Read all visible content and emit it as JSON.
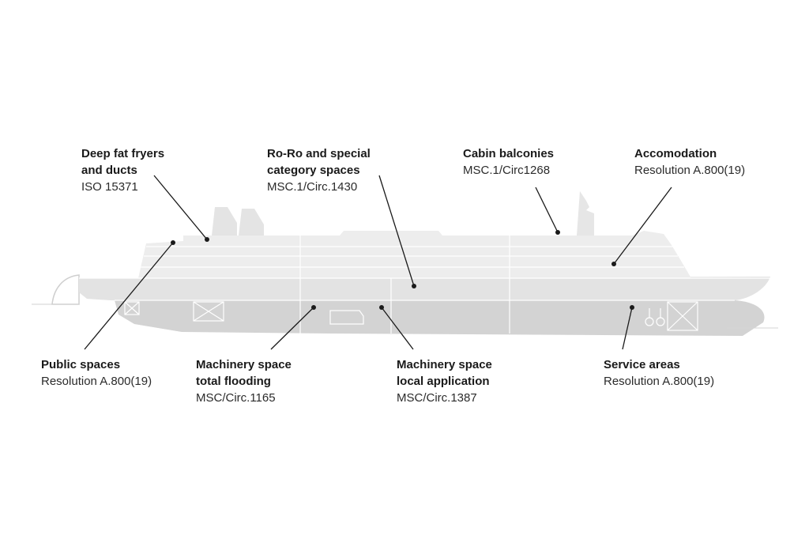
{
  "labels": [
    {
      "id": "deep-fat-fryers",
      "title_lines": [
        "Deep fat fryers",
        "and ducts"
      ],
      "ref": "ISO 15371"
    },
    {
      "id": "ro-ro",
      "title_lines": [
        "Ro-Ro and special",
        "category spaces"
      ],
      "ref": "MSC.1/Circ.1430"
    },
    {
      "id": "cabin-balconies",
      "title_lines": [
        "Cabin balconies"
      ],
      "ref": "MSC.1/Circ1268"
    },
    {
      "id": "accomodation",
      "title_lines": [
        "Accomodation"
      ],
      "ref": "Resolution A.800(19)"
    },
    {
      "id": "public-spaces",
      "title_lines": [
        "Public spaces"
      ],
      "ref": "Resolution A.800(19)"
    },
    {
      "id": "machinery-total",
      "title_lines": [
        "Machinery space",
        "total flooding"
      ],
      "ref": "MSC/Circ.1165"
    },
    {
      "id": "machinery-local",
      "title_lines": [
        "Machinery space",
        "local application"
      ],
      "ref": "MSC/Circ.1387"
    },
    {
      "id": "service-areas",
      "title_lines": [
        "Service areas"
      ],
      "ref": "Resolution A.800(19)"
    }
  ],
  "colors": {
    "hull_light": "#ececec",
    "hull_mid": "#e2e2e2",
    "hull_dark": "#d2d2d2",
    "lines": "#ffffff",
    "leader": "#1a1a1a"
  }
}
